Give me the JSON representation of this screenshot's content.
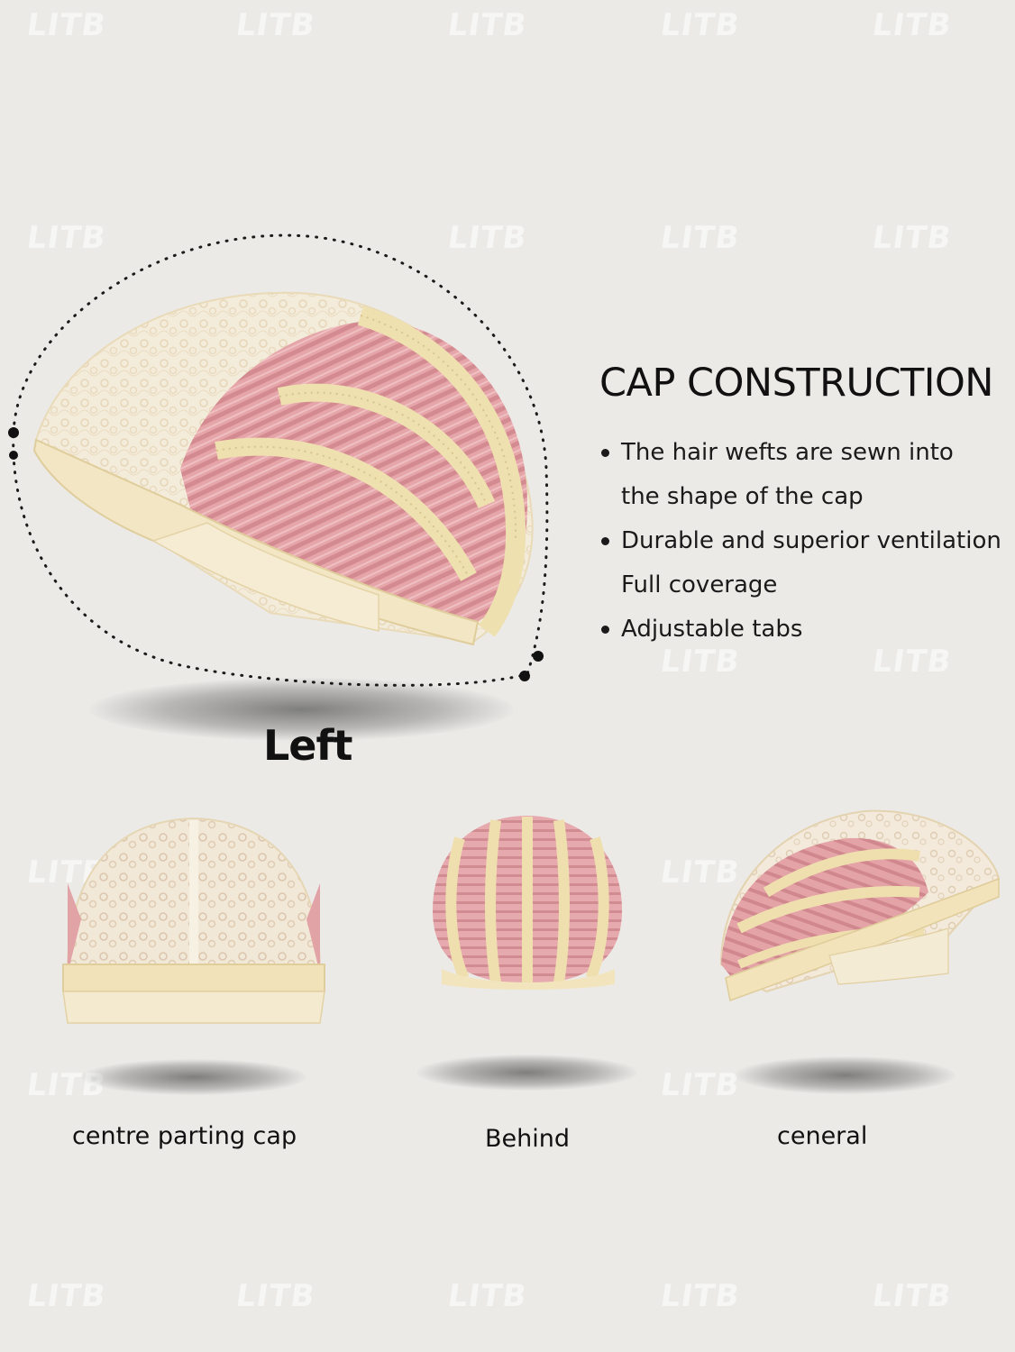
{
  "heading": "CAP CONSTRUCTION",
  "bullets": [
    {
      "line1": "The hair wefts are sewn into",
      "line2": "the shape of the cap"
    },
    {
      "line1": "Durable and superior ventilation",
      "line2": "Full coverage"
    },
    {
      "line1": "Adjustable tabs",
      "line2": ""
    }
  ],
  "views": {
    "main": "Left",
    "front": "centre parting cap",
    "back": "Behind",
    "side": "ceneral"
  },
  "watermark": "LITB",
  "colors": {
    "background": "#eceae7",
    "lace": "#f3ead6",
    "band": "#eedfae",
    "hair_pink": "#e3a2a6",
    "hair_dark": "#c98087",
    "text": "#111111"
  }
}
